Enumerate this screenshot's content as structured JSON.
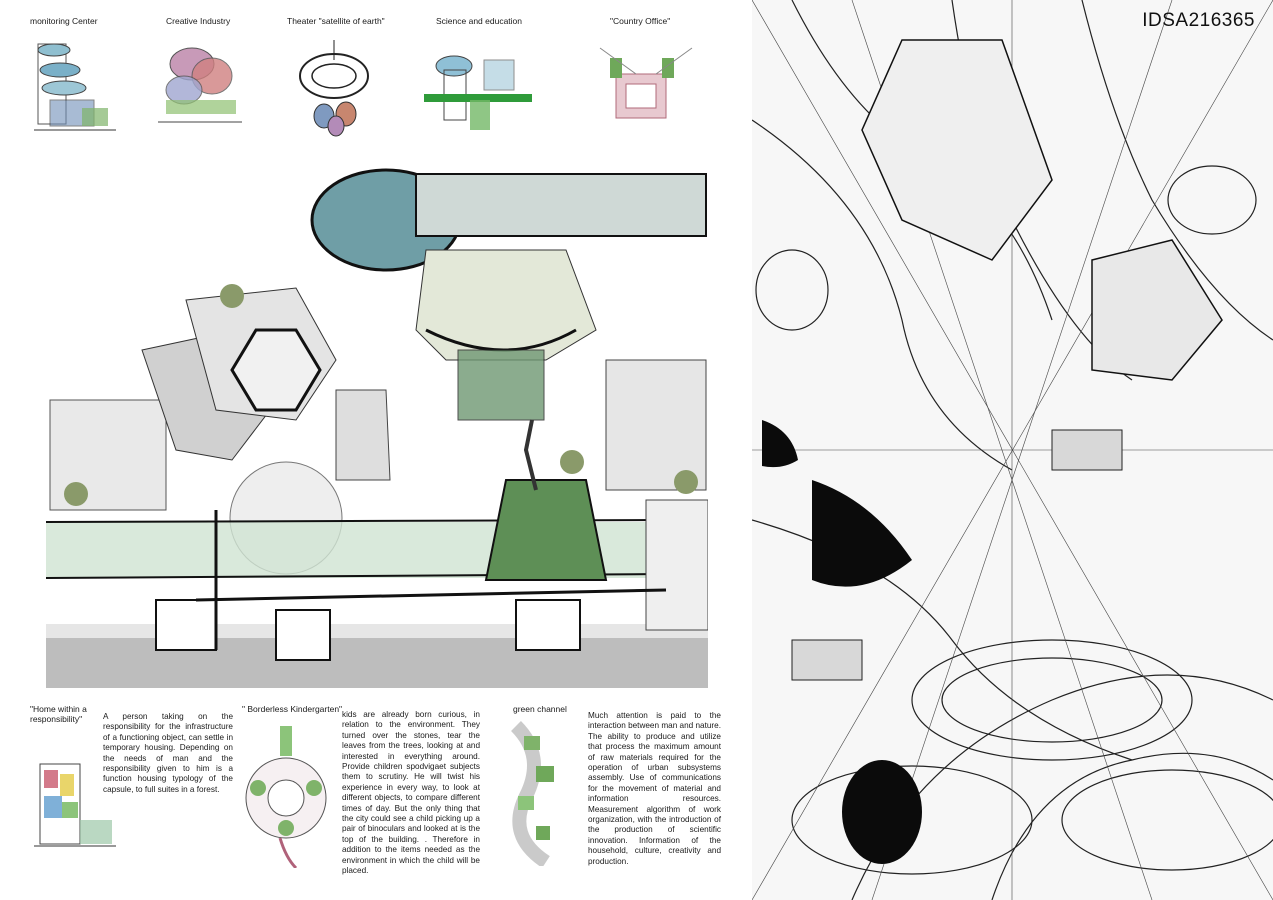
{
  "thumbnails": [
    {
      "label": "monitoring Center"
    },
    {
      "label": "Creative Industry"
    },
    {
      "label": "Theater \"satellite of earth\""
    },
    {
      "label": "Science and education"
    },
    {
      "label": "\"Country Office\""
    }
  ],
  "bottom": {
    "home": {
      "title": "\"Home within a responsibility\"",
      "text": "A person taking on the responsibility for the infrastructure of a functioning object, can settle in temporary housing. Depending on the needs of man and the responsibility given to him is a function housing typology of the capsule, to full suites in a forest."
    },
    "kindergarten": {
      "title": "\" Borderless Kindergarten\"",
      "text": "kids are already born curious, in relation to the environment. They turned over the stones, tear the leaves from the trees, looking at and interested in everything around. Provide children spodvigaet subjects them to scrutiny. He will twist his experience in every way, to look at different objects, to compare different times of day. But the only thing that the city could see a child picking up a pair of binoculars and looked at is the top of the building. . Therefore in addition to the items needed as the environment in which the child will be placed."
    },
    "green": {
      "title": "green channel",
      "text": "Much attention is paid to the interaction between man and nature. The ability to produce and utilize that process the maximum amount of raw materials required for the operation of urban subsystems assembly. Use of communications for the movement of material and information resources. Measurement algorithm of work organization, with the introduction of the production of scientific innovation. Information of the household, culture, creativity and production."
    }
  },
  "panel_id": "IDSA216365"
}
